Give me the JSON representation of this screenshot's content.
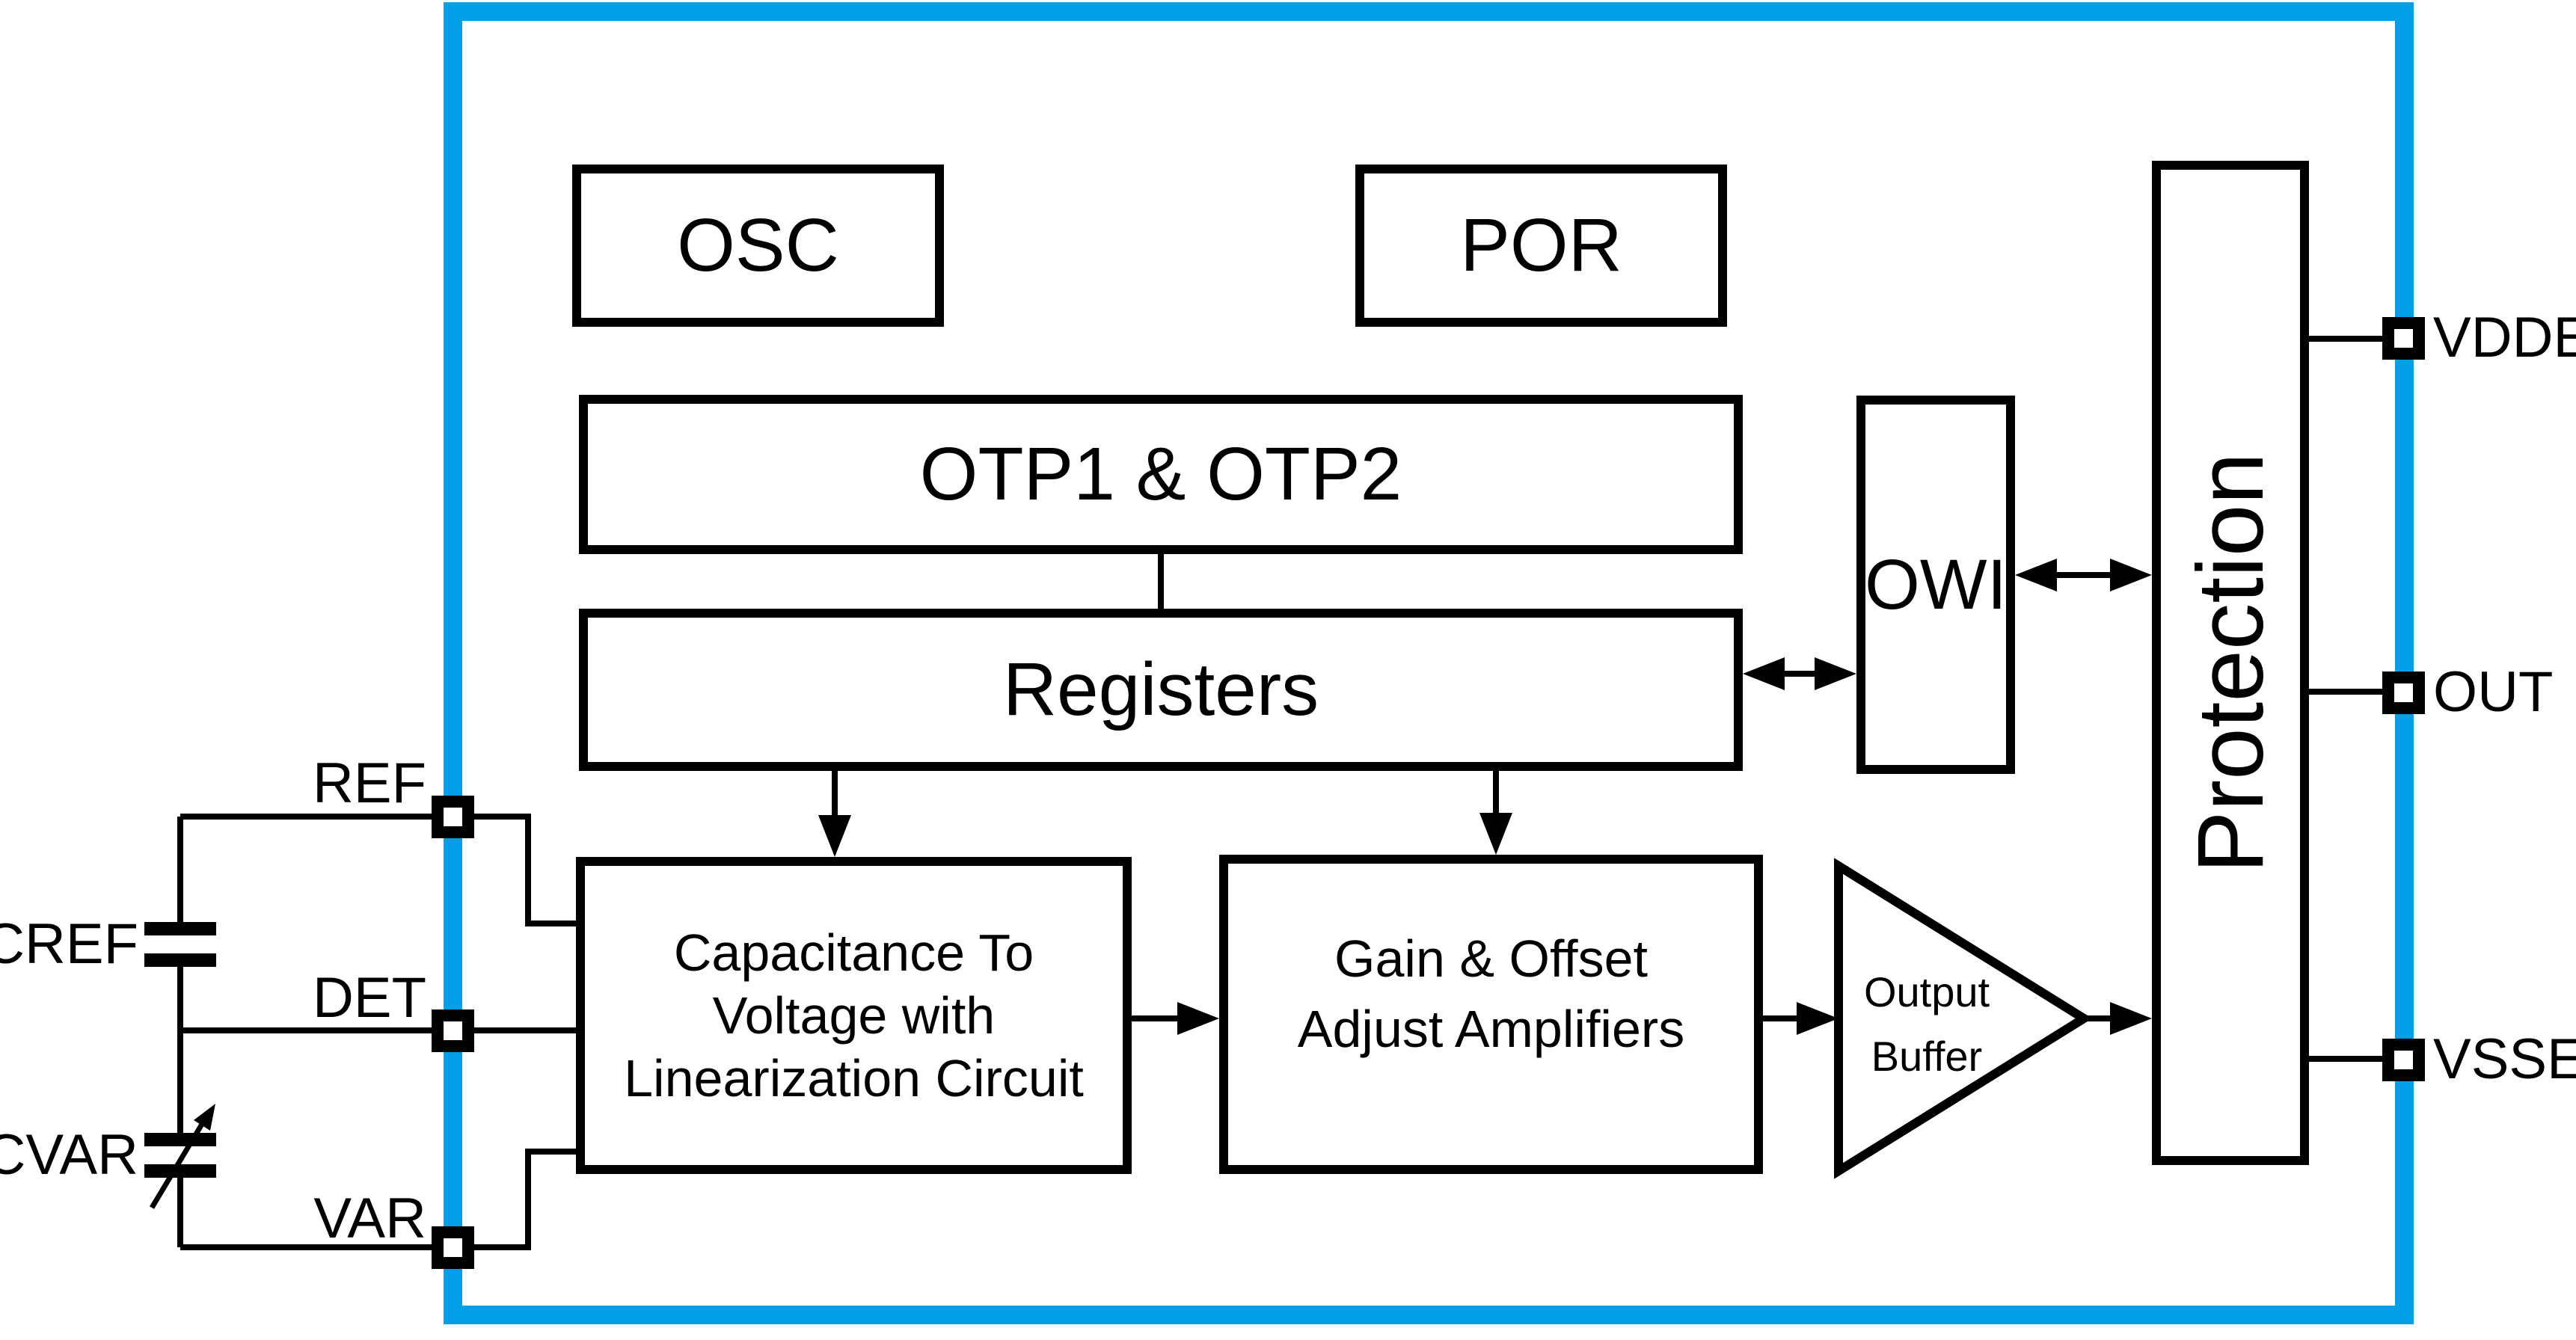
{
  "blocks": {
    "osc": "OSC",
    "por": "POR",
    "otp": "OTP1 & OTP2",
    "registers": "Registers",
    "owi": "OWI",
    "protection": "Protection",
    "cap_to_voltage": {
      "lines": [
        "Capacitance To",
        "Voltage with",
        "Linearization Circuit"
      ]
    },
    "gain_offset": {
      "lines": [
        "Gain & Offset",
        "Adjust Amplifiers"
      ]
    },
    "output_buffer": {
      "lines": [
        "Output",
        "Buffer"
      ]
    }
  },
  "pins": {
    "left": {
      "ref": "REF",
      "det": "DET",
      "var": "VAR"
    },
    "right": {
      "vdde": "VDDE",
      "out": "OUT",
      "vsse": "VSSE"
    }
  },
  "external_components": {
    "cref": "CREF",
    "cvar": "CVAR"
  },
  "colors": {
    "frame_blue": "#009FE8",
    "line_black": "#000000",
    "background": "#FFFFFF"
  }
}
